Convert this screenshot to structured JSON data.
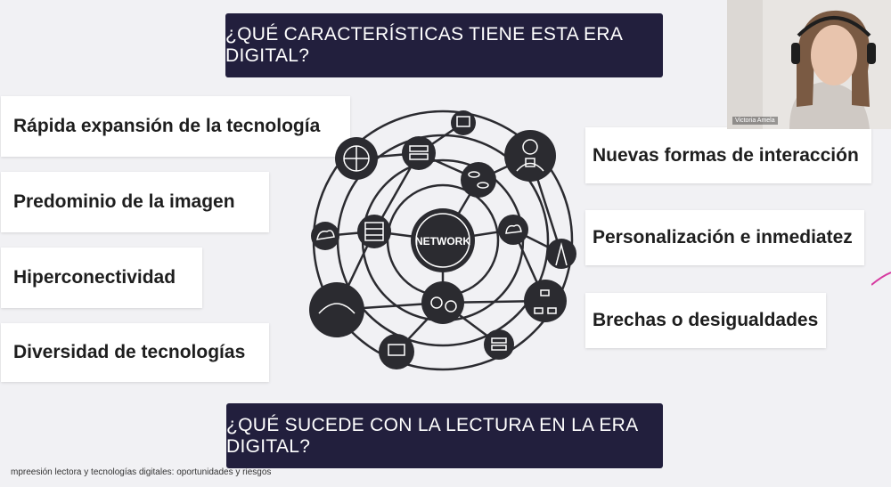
{
  "slide": {
    "top_question": "¿QUÉ CARACTERÍSTICAS TIENE ESTA ERA DIGITAL?",
    "bottom_question": "¿QUÉ SUCEDE CON LA LECTURA EN LA ERA DIGITAL?",
    "left_items": [
      "Rápida expansión de la tecnología",
      "Predominio de la imagen",
      "Hiperconectividad",
      "Diversidad de tecnologías"
    ],
    "right_items": [
      "Nuevas formas de interacción",
      "Personalización e inmediatez",
      "Brechas o desigualdades"
    ],
    "network_label": "NETWORK",
    "footer": "mpreesión lectora y tecnologías digitales: oportunidades y riesgos"
  },
  "video": {
    "participant_name": "Victoria Amela"
  },
  "colors": {
    "banner": "#221f3d",
    "diagram": "#2b2b30",
    "background": "#f1f1f4"
  }
}
